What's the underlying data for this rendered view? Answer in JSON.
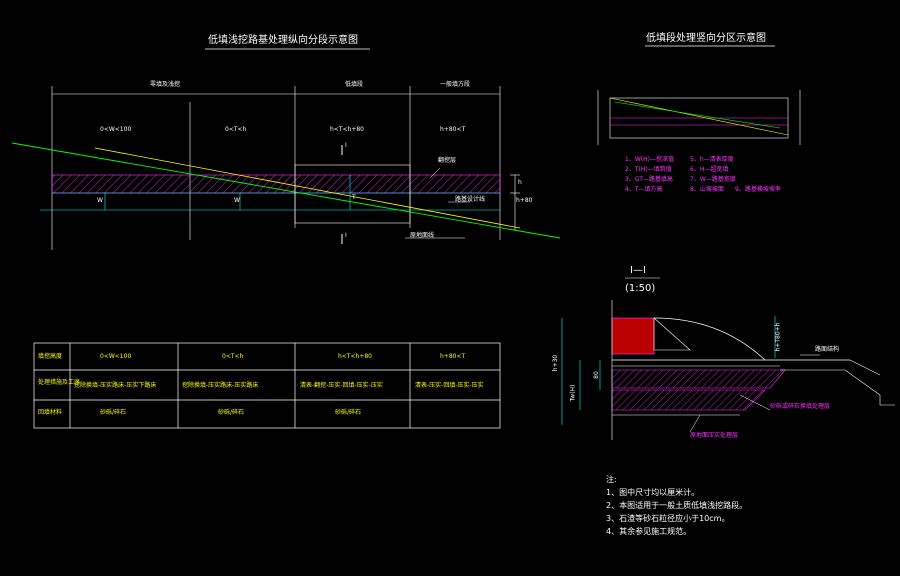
{
  "left_title": "低填浅挖路基处理纵向分段示意图",
  "right_title": "低填段处理竖向分区示意图",
  "section": {
    "label": "I—I",
    "scale": "(1:50)"
  },
  "segment_headers": [
    "零填及浅挖",
    "低填段",
    "一般填方段"
  ],
  "zone_formulas": [
    "0<W<100",
    "0<T<h",
    "h<T<h+80",
    "h+80<T"
  ],
  "left_labels": {
    "treat_layer": "翻挖层",
    "road_line": "路基设计线",
    "ground_line": "原地面线",
    "w_mark": "W",
    "h_mark": "h",
    "t_mark": "T",
    "h80_mark": "h+80",
    "section_mark": "I"
  },
  "table": {
    "rows": [
      {
        "head": "填挖高度",
        "cells": [
          "0<W<100",
          "0<T<h",
          "h<T<h+80",
          "h+80<T"
        ]
      },
      {
        "head": "处理措施及工序",
        "cells": [
          "挖除换填-压实路床-压实下路床",
          "挖除换填-压实路床-压实路床",
          "清表-翻挖-压实-回填-压实-压实",
          "清表-压实-回填-压实-压实"
        ]
      },
      {
        "head": "回填材料",
        "cells": [
          "砂砾/碎石",
          "砂砾/碎石",
          "砂砾/碎石",
          ""
        ]
      }
    ]
  },
  "legend": [
    "1、W(H)—挖深值",
    "2、T(H)—填筑值",
    "3、GT—路基填高",
    "4、T—填方高",
    "5、h—清表厚度",
    "6、H—超宽填",
    "7、W—路基宽度",
    "8、山坡坡面",
    "9、路基横坡坡率"
  ],
  "section_labels": {
    "left_dim": "h+30",
    "left_dim2": "Tw(H)",
    "dim_80": "80",
    "right_dim": "h+T80+h",
    "pavement": "路面结构",
    "layer1": "砂砾或碎石换填处理层",
    "layer2": "原地面压实处理层"
  },
  "notes": {
    "heading": "注:",
    "items": [
      "1、图中尺寸均以厘米计。",
      "2、本图适用于一般土质低填浅挖路段。",
      "3、石渣等砂石粒径应小于10cm。",
      "4、其余参见施工规范。"
    ]
  }
}
